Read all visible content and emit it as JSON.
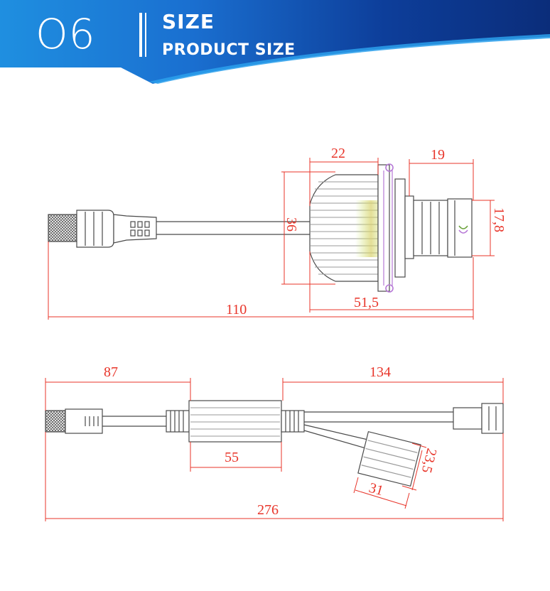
{
  "header": {
    "number": "O6",
    "title": "SIZE",
    "subtitle": "PRODUCT SIZE",
    "colors": {
      "dark": "#0b2d7a",
      "mid": "#1656b8",
      "light": "#1f8fe0"
    }
  },
  "top_view": {
    "dims": {
      "width_22": "22",
      "width_19": "19",
      "height_36": "36",
      "height_17_8": "17,8",
      "length_51_5": "51,5",
      "length_110": "110"
    }
  },
  "bottom_view": {
    "dims": {
      "len_87": "87",
      "len_134": "134",
      "len_55": "55",
      "len_31": "31",
      "len_23_5": "23,5",
      "len_276": "276"
    }
  },
  "colors": {
    "dimension": "#e8352a",
    "outline": "#4a4a4a",
    "fin": "#9a9a9a"
  }
}
